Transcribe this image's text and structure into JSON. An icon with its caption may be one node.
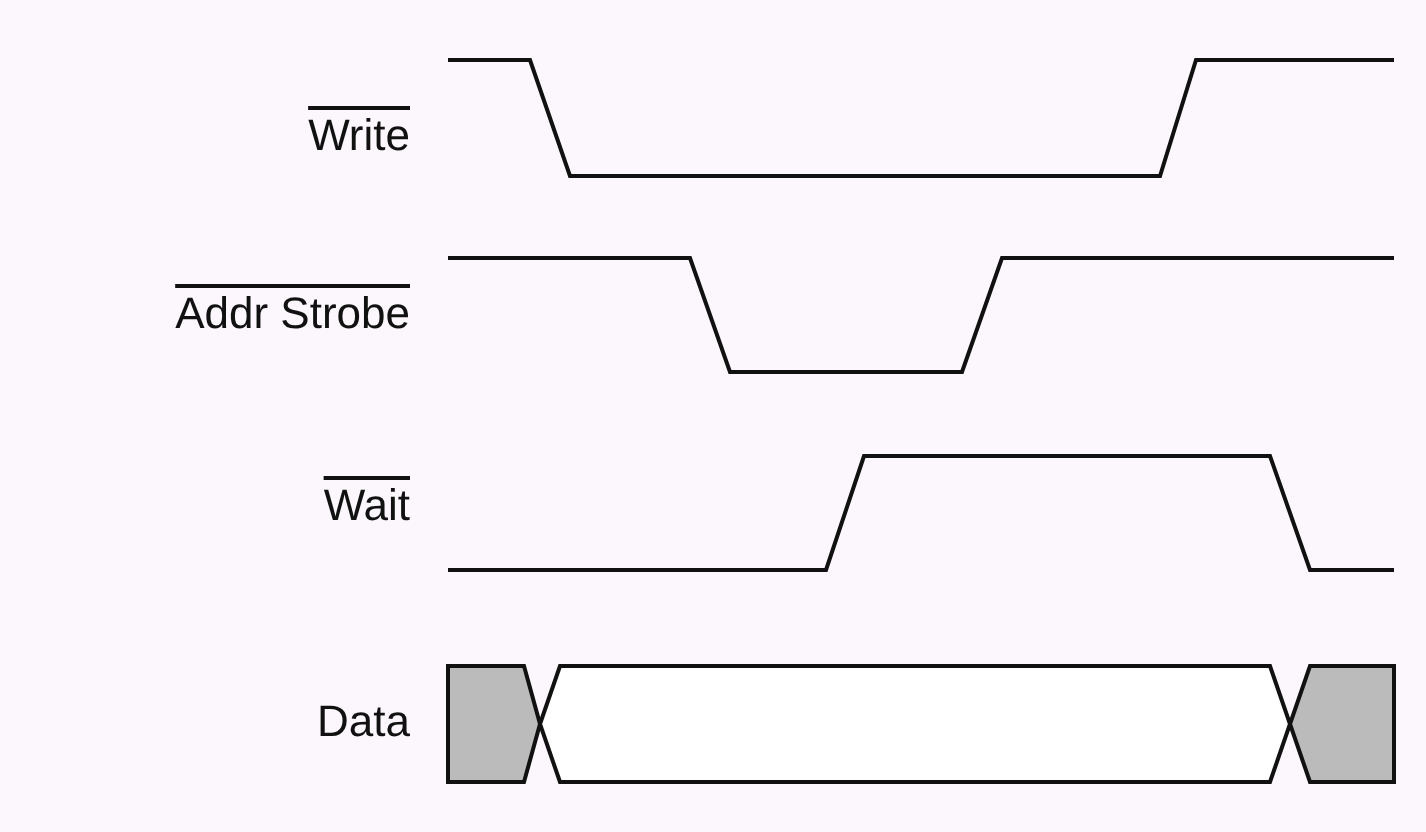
{
  "diagram": {
    "labels": [
      "Write",
      "Addr Strobe",
      "Wait",
      "Data"
    ]
  }
}
